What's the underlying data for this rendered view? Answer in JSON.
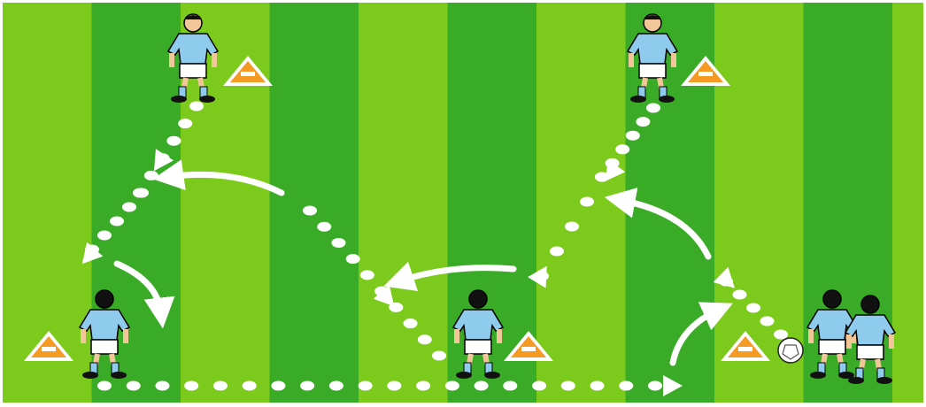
{
  "pitch": {
    "stripe_colors": [
      "#7ccb1c",
      "#3aab26"
    ],
    "border_color": "#ffffff"
  },
  "colors": {
    "shirt": "#8ecbec",
    "shorts": "#ffffff",
    "socks": "#8ecbec",
    "skin": "#f1c79a",
    "hair": "#111111",
    "cone_fill": "#f59a22",
    "cone_outline": "#ffffff",
    "dots": "#ffffff",
    "arrows": "#ffffff"
  },
  "players": [
    {
      "id": "top-left",
      "facing": "front"
    },
    {
      "id": "top-right",
      "facing": "front"
    },
    {
      "id": "bottom-left",
      "facing": "back"
    },
    {
      "id": "bottom-middle",
      "facing": "back"
    },
    {
      "id": "bottom-right-front",
      "facing": "back"
    },
    {
      "id": "bottom-right-rear",
      "facing": "back"
    }
  ],
  "cones": [
    "top-left-cone",
    "top-right-cone",
    "bottom-left-cone",
    "bottom-middle-cone",
    "bottom-right-cone"
  ],
  "ball": {
    "icon": "soccer-ball-icon"
  },
  "paths": {
    "pass_lines": [
      "pass-top-left-down",
      "pass-left-up",
      "pass-middle-down",
      "pass-middle-up",
      "pass-top-right-down",
      "pass-right-to-ball",
      "pass-bottom-long"
    ],
    "runs": [
      "run-left-curve",
      "run-top-arc-left",
      "run-middle-arc",
      "run-right-arc",
      "run-bottom-right-curve"
    ]
  }
}
